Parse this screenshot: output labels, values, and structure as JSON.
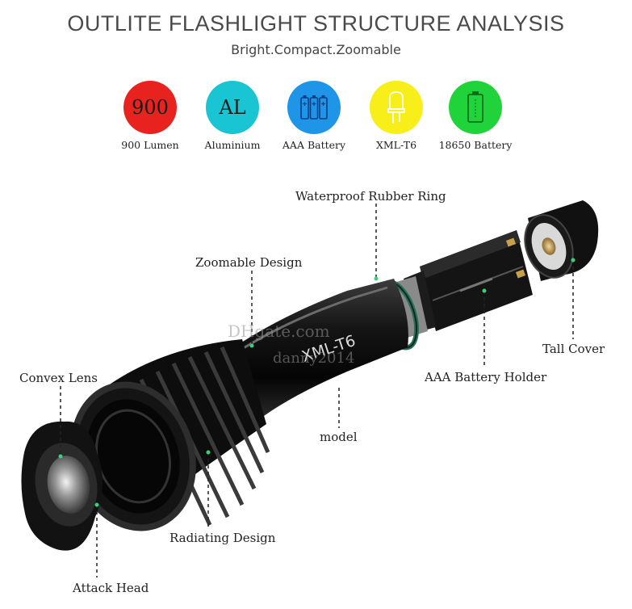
{
  "header": {
    "title": "OUTLITE FLASHLIGHT STRUCTURE ANALYSIS",
    "subtitle": "Bright.Compact.Zoomable"
  },
  "features": [
    {
      "badge": "900",
      "label": "900 Lumen",
      "color": "#e8231f",
      "icon": "text-badge"
    },
    {
      "badge": "AL",
      "label": "Aluminium",
      "color": "#19c5d3",
      "icon": "text-badge"
    },
    {
      "badge": "",
      "label": "AAA Battery",
      "color": "#1e95e6",
      "icon": "aaa-battery-icon"
    },
    {
      "badge": "",
      "label": "XML-T6",
      "color": "#f8ee1a",
      "icon": "led-icon"
    },
    {
      "badge": "",
      "label": "18650 Battery",
      "color": "#20d33a",
      "icon": "battery-18650-icon"
    }
  ],
  "callouts": {
    "waterproof_ring": "Waterproof Rubber Ring",
    "zoomable_design": "Zoomable Design",
    "tall_cover": "Tall Cover",
    "convex_lens": "Convex Lens",
    "battery_holder": "AAA Battery Holder",
    "model": "model",
    "radiating_design": "Radiating Design",
    "attack_head": "Attack Head"
  },
  "product": {
    "model_print": "XML-T6"
  },
  "watermark": {
    "site": "DHgate.com",
    "seller": "danny2014"
  }
}
